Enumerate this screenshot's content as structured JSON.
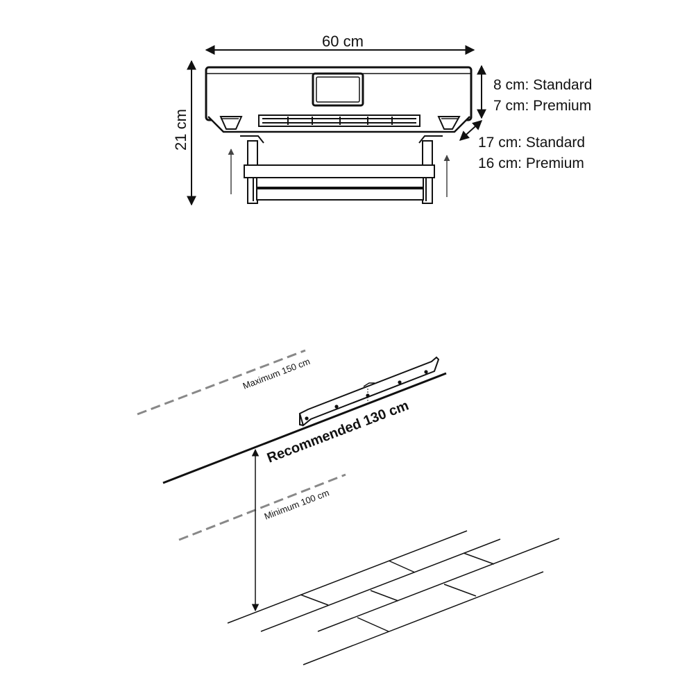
{
  "top_view": {
    "width_label": "60 cm",
    "height_label": "21 cm",
    "top_depth_standard": "8 cm: Standard",
    "top_depth_premium": "7 cm: Premium",
    "side_depth_standard": "17 cm: Standard",
    "side_depth_premium": "16 cm: Premium"
  },
  "bottom_view": {
    "maximum_label": "Maximum 150 cm",
    "recommended_label": "Recommended 130 cm",
    "minimum_label": "Minimum 100 cm"
  },
  "colors": {
    "line": "#111111",
    "dashed": "#888888",
    "background": "#ffffff"
  }
}
